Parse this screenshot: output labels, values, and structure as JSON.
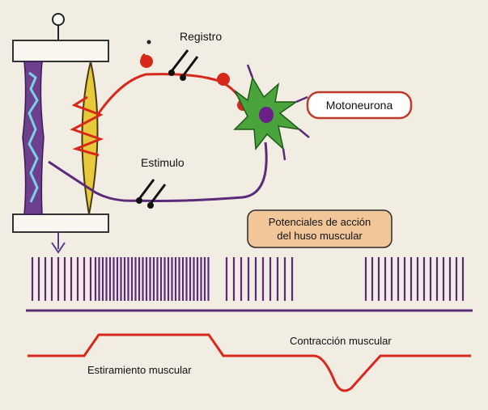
{
  "labels": {
    "registro": "Registro",
    "motoneurona": "Motoneurona",
    "estimulo": "Estimulo",
    "potenciales_line1": "Potenciales de acción",
    "potenciales_line2": "del huso muscular",
    "contraccion": "Contracción muscular",
    "estiramiento": "Estiramiento muscular"
  },
  "colors": {
    "background": "#f1ede2",
    "spike_train": "#5b2a78",
    "red_trace": "#d8281b",
    "neuron_body": "#4aa43c",
    "nucleus": "#6a1f8a",
    "spindle": "#e8c93a",
    "box_fill": "#f1c79a",
    "box_border": "#c0392b"
  },
  "icons": {
    "electrode": "electrode-icon",
    "stretch_arrow": "arrow-down-icon"
  }
}
